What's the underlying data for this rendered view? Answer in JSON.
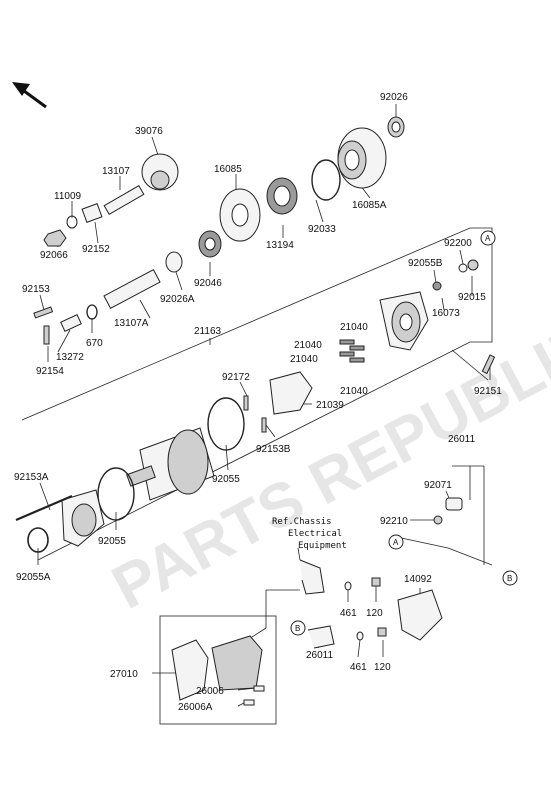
{
  "watermark": "PARTS REPUBLIK",
  "ref_note": {
    "line1": "Ref.Chassis",
    "line2": "Electrical",
    "line3": "Equipment"
  },
  "callouts": {
    "a": "A",
    "b": "B"
  },
  "labels": {
    "p92026": "92026",
    "p39076": "39076",
    "p13107": "13107",
    "p16085": "16085",
    "p11009": "11009",
    "p92066": "92066",
    "p92152": "92152",
    "p92033": "92033",
    "p16085A": "16085A",
    "p13194": "13194",
    "p92046": "92046",
    "p92026A": "92026A",
    "p13107A": "13107A",
    "p92153": "92153",
    "p670": "670",
    "p13272": "13272",
    "p92154": "92154",
    "p21163": "21163",
    "p92200": "92200",
    "p92055B": "92055B",
    "p92015": "92015",
    "p16073": "16073",
    "p21040a": "21040",
    "p21040b": "21040",
    "p21040c": "21040",
    "p21040d": "21040",
    "p92151": "92151",
    "p92172": "92172",
    "p21039": "21039",
    "p92153B": "92153B",
    "p92055": "92055",
    "p92153A": "92153A",
    "p92055_2": "92055",
    "p92055A": "92055A",
    "p26011": "26011",
    "p92071": "92071",
    "p92210": "92210",
    "p14092": "14092",
    "p461a": "461",
    "p120a": "120",
    "p26011b": "26011",
    "p461b": "461",
    "p120b": "120",
    "p27010": "27010",
    "p26006": "26006",
    "p26006A": "26006A"
  }
}
